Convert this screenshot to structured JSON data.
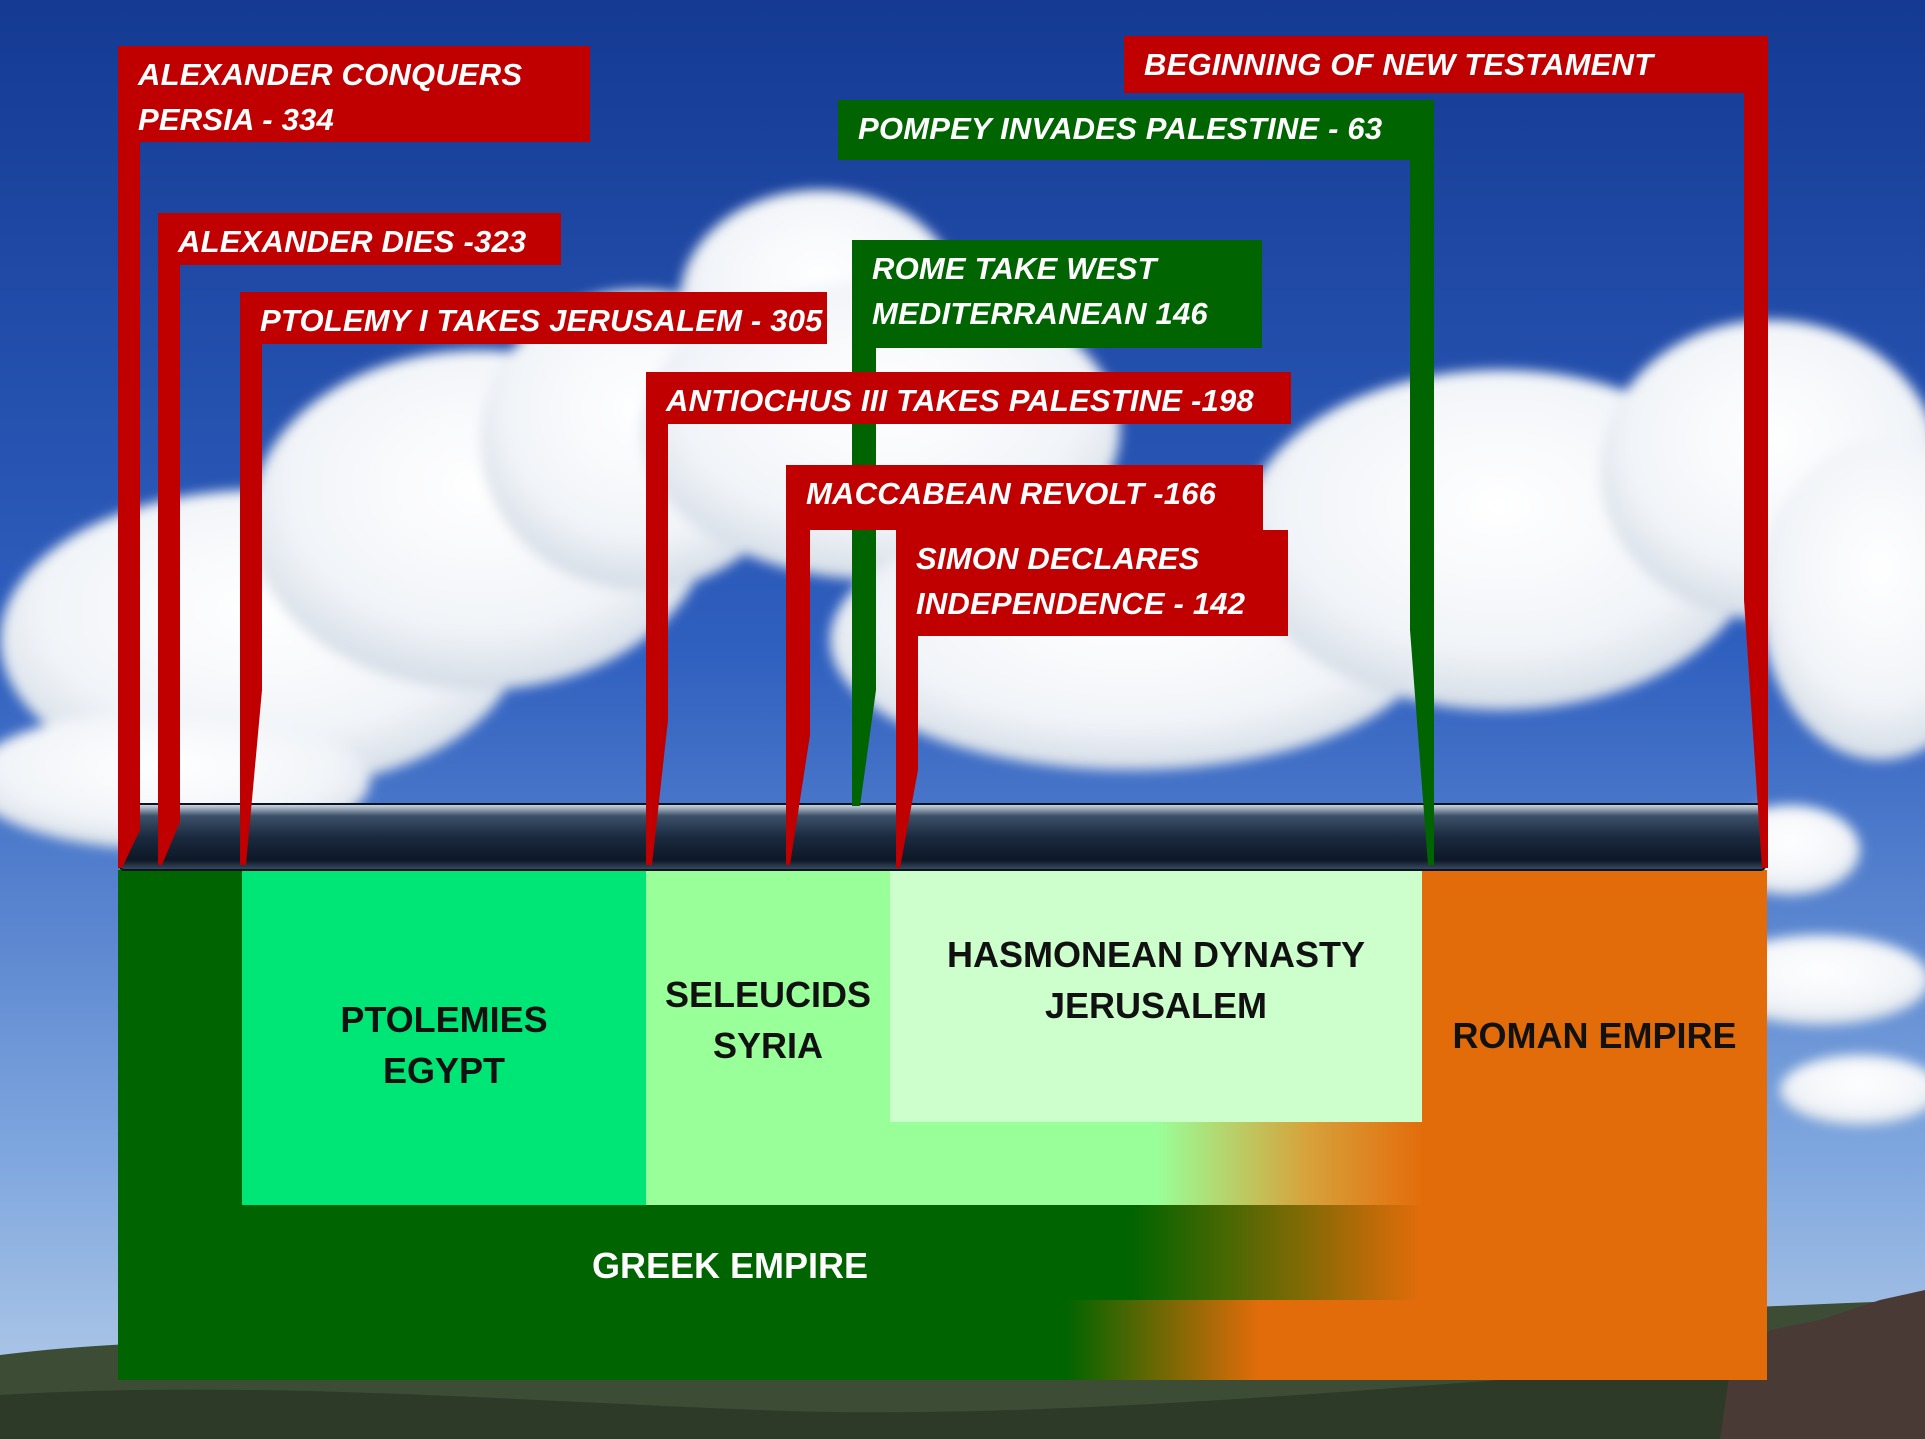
{
  "events": [
    {
      "id": "alexander-conquers",
      "lines": [
        "ALEXANDER CONQUERS",
        "PERSIA - 334"
      ],
      "color": "#c00000"
    },
    {
      "id": "alexander-dies",
      "lines": [
        "ALEXANDER DIES -323"
      ],
      "color": "#c00000"
    },
    {
      "id": "ptolemy-takes-jerusalem",
      "lines": [
        "PTOLEMY I TAKES JERUSALEM - 305"
      ],
      "color": "#c00000"
    },
    {
      "id": "antiochus-takes-palestine",
      "lines": [
        "ANTIOCHUS III TAKES PALESTINE -198"
      ],
      "color": "#c00000"
    },
    {
      "id": "maccabean-revolt",
      "lines": [
        "MACCABEAN REVOLT -166"
      ],
      "color": "#c00000"
    },
    {
      "id": "simon-declares",
      "lines": [
        "SIMON DECLARES",
        "INDEPENDENCE - 142"
      ],
      "color": "#c00000"
    },
    {
      "id": "rome-takes-west",
      "lines": [
        "ROME TAKE WEST",
        "MEDITERRANEAN 146"
      ],
      "color": "#006400"
    },
    {
      "id": "pompey-invades",
      "lines": [
        "POMPEY INVADES PALESTINE - 63"
      ],
      "color": "#006400"
    },
    {
      "id": "new-testament",
      "lines": [
        "BEGINNING OF NEW TESTAMENT"
      ],
      "color": "#c00000"
    }
  ],
  "regions": {
    "ptolemies": [
      "PTOLEMIES",
      "EGYPT"
    ],
    "seleucids": [
      "SELEUCIDS",
      "SYRIA"
    ],
    "hasmonean": [
      "HASMONEAN DYNASTY",
      "JERUSALEM"
    ],
    "greek_empire": [
      "GREEK EMPIRE"
    ],
    "roman_empire": [
      "ROMAN EMPIRE"
    ]
  },
  "colors": {
    "sky": "#2a53b0",
    "greek_dark_green": "#006400",
    "ptolemies_green": "#00e676",
    "seleucids_green": "#99ff99",
    "hasmonean_green": "#ccffcc",
    "roman_orange": "#e36c0a",
    "event_red": "#c00000",
    "event_green": "#006400",
    "timeline_bar": "#1a2a3f"
  }
}
